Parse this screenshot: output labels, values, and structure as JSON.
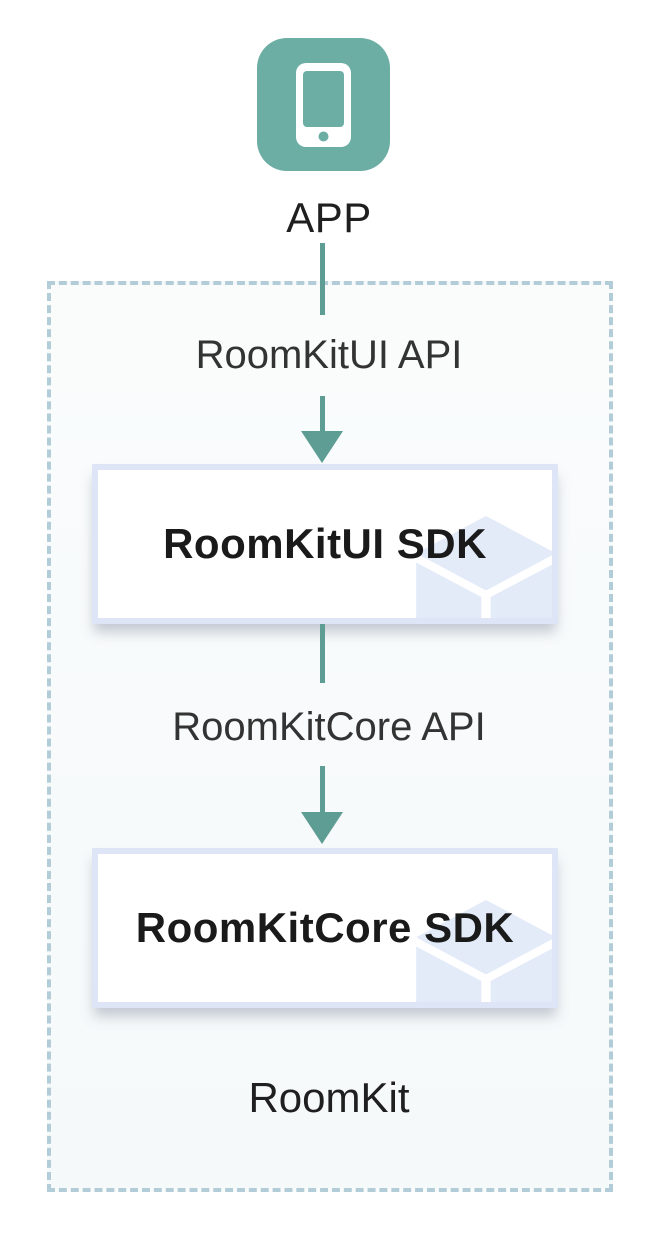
{
  "diagram": {
    "app": {
      "label": "APP",
      "icon": "smartphone-icon"
    },
    "boundary": {
      "label": "RoomKit"
    },
    "arrows": [
      {
        "label": "RoomKitUI API",
        "from": "APP",
        "to": "RoomKitUI SDK"
      },
      {
        "label": "RoomKitCore API",
        "from": "RoomKitUI SDK",
        "to": "RoomKitCore SDK"
      }
    ],
    "boxes": [
      {
        "title": "RoomKitUI SDK",
        "icon": "cube-icon"
      },
      {
        "title": "RoomKitCore SDK",
        "icon": "cube-icon"
      }
    ],
    "colors": {
      "app_icon_bg": "#6CAEA4",
      "arrow": "#5E9D94",
      "dashed_border": "#B3CDD8",
      "boundary_bg": "#F7FAFA",
      "box_border": "#DEE5F7",
      "box_bg": "#FFFFFF",
      "cube_fill": "#E3EAF8",
      "text_primary": "#1F1F1F",
      "text_label": "#333333"
    }
  }
}
